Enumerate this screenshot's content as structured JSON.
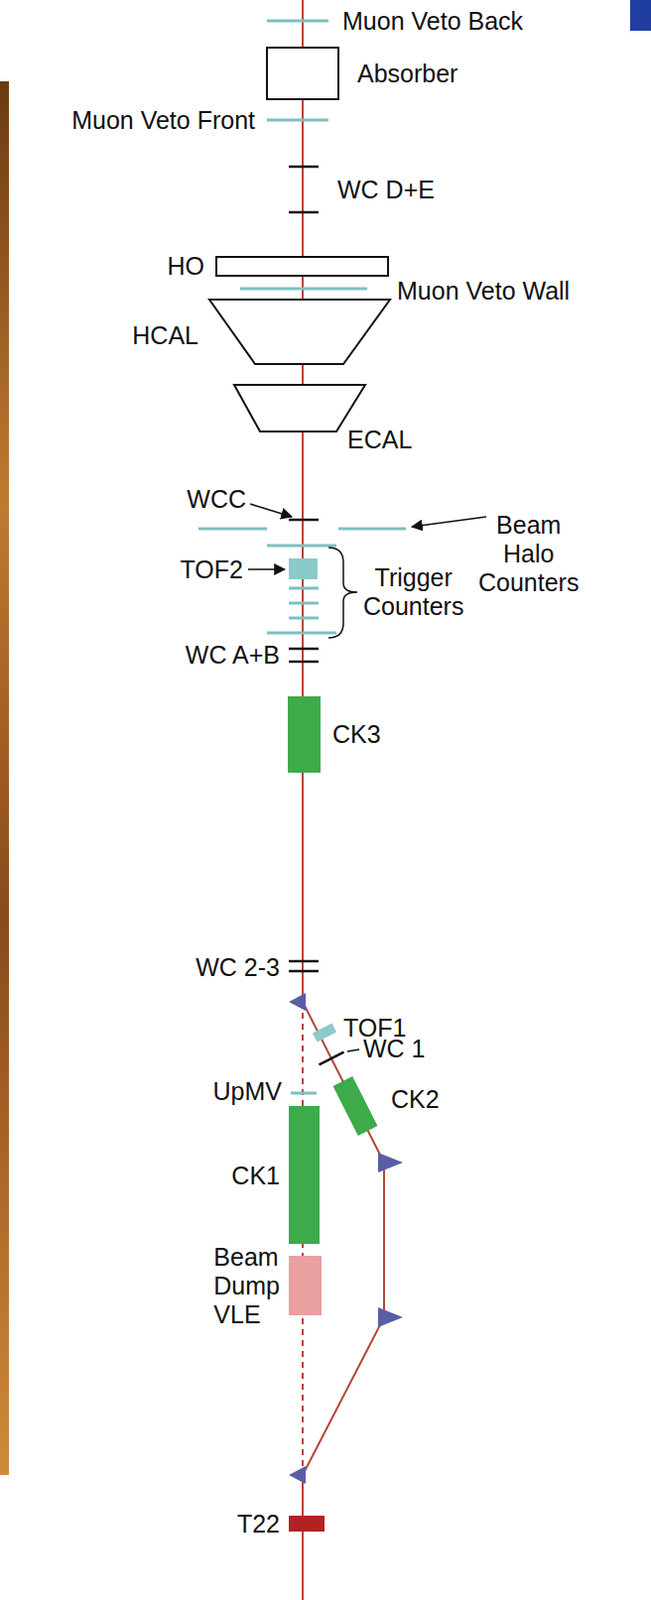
{
  "diagram": {
    "labels": [
      "Muon Veto Back",
      "Absorber",
      "Muon Veto Front",
      "WC D+E",
      "HO",
      "Muon Veto Wall",
      "HCAL",
      "ECAL",
      "WCC",
      "Beam Halo Counters",
      "TOF2",
      "Trigger Counters",
      "WC A+B",
      "CK3",
      "WC 2-3",
      "TOF1",
      "WC 1",
      "UpMV",
      "CK2",
      "CK1",
      "Beam Dump VLE",
      "T22"
    ]
  }
}
